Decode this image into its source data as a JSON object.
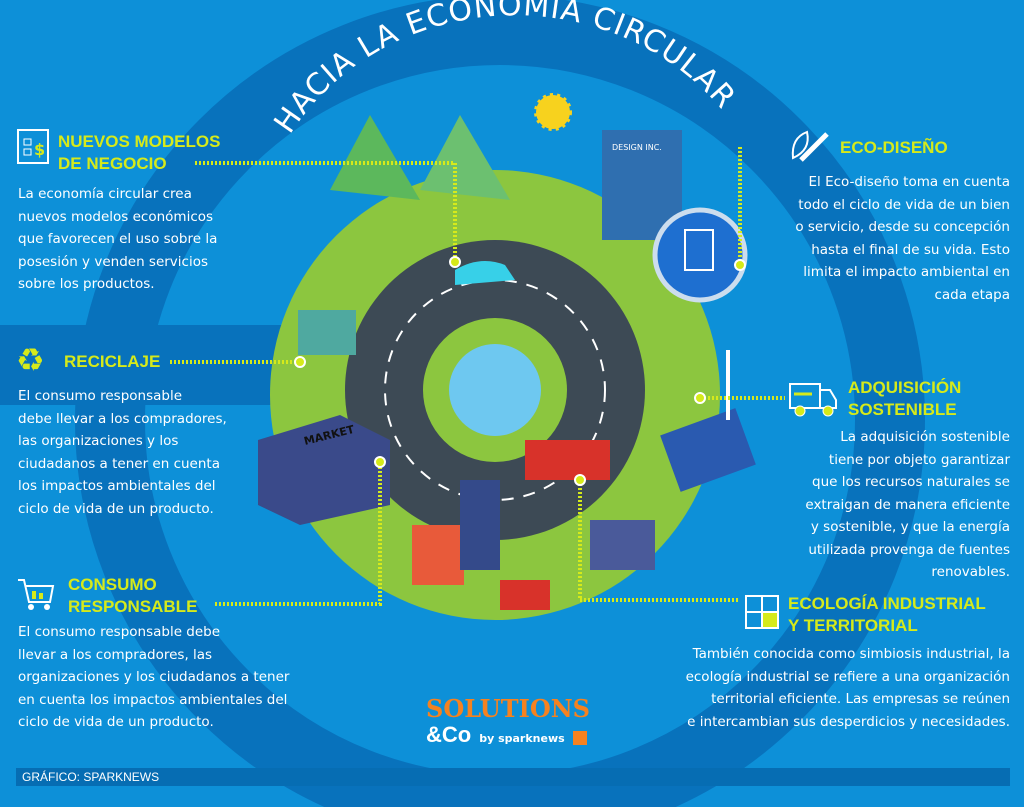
{
  "title": "HACIA LA ECONOMÍA CIRCULAR",
  "colors": {
    "background": "#0d90d8",
    "ring": "#0872bc",
    "accent": "#d6ea1a",
    "logo": "#f58220"
  },
  "sections": {
    "nuevos_modelos": {
      "icon": "clipboard-dollar-icon",
      "title_1": "NUEVOS MODELOS",
      "title_2": "DE NEGOCIO",
      "lines": [
        "La economía circular crea",
        "nuevos modelos económicos",
        "que favorecen el uso sobre la",
        "posesión y venden servicios",
        "sobre los productos."
      ]
    },
    "reciclaje": {
      "icon": "recycle-icon",
      "title_1": "RECICLAJE",
      "lines": [
        "El consumo responsable",
        "debe llevar a los compradores,",
        "las organizaciones y los",
        "ciudadanos a tener en cuenta",
        "los impactos ambientales del",
        "ciclo de vida de un producto."
      ]
    },
    "consumo": {
      "icon": "shopping-cart-icon",
      "title_1": "CONSUMO",
      "title_2": "RESPONSABLE",
      "lines": [
        "El consumo responsable debe",
        "llevar a los compradores, las",
        "organizaciones y los ciudadanos a tener",
        "en cuenta los impactos ambientales del",
        "ciclo de vida de un producto."
      ]
    },
    "eco_diseno": {
      "icon": "leaf-pencil-icon",
      "title_1": "ECO-DISEÑO",
      "lines": [
        "El Eco-diseño toma en cuenta",
        "todo el ciclo de vida de un bien",
        "o servicio, desde su concepción",
        "hasta el final de su vida. Esto",
        "limita el impacto ambiental en",
        "cada etapa"
      ]
    },
    "adquisicion": {
      "icon": "delivery-truck-icon",
      "title_1": "ADQUISICIÓN",
      "title_2": "SOSTENIBLE",
      "lines": [
        "La adquisición sostenible",
        "tiene por objeto garantizar",
        "que los recursos naturales se",
        "extraigan de manera eficiente",
        "y sostenible, y que la energía",
        "utilizada provenga de fuentes",
        "renovables."
      ]
    },
    "ecologia": {
      "icon": "puzzle-icon",
      "title_1": "ECOLOGÍA INDUSTRIAL",
      "title_2": "Y TERRITORIAL",
      "lines": [
        "También conocida como simbiosis industrial, la",
        "ecología industrial se refiere a una organización",
        "territorial eficiente. Las empresas se reúnen",
        "e intercambian sus desperdicios y necesidades."
      ]
    }
  },
  "illustration": {
    "market_sign": "MARKET",
    "building_sign": "DESIGN INC."
  },
  "logo": {
    "line1": "SOLUTIONS",
    "line2": "&Co",
    "by": "by sparknews"
  },
  "footer": "GRÁFICO: SPARKNEWS"
}
